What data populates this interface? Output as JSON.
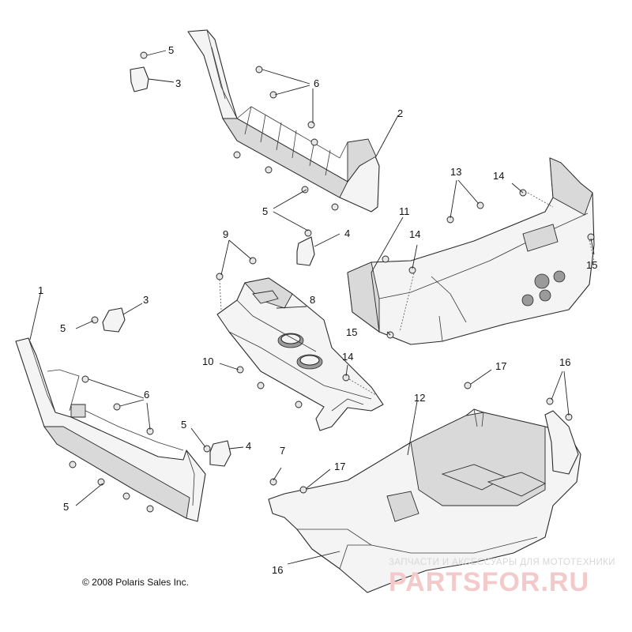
{
  "diagram": {
    "copyright": "© 2008 Polaris Sales Inc.",
    "watermark": {
      "tagline": "ЗАПЧАСТИ И АКСЕССУАРЫ ДЛЯ МОТОТЕХНИКИ",
      "logo": "PARTSFOR.RU"
    },
    "callouts": {
      "c1": "1",
      "c2": "2",
      "c3a": "3",
      "c3b": "3",
      "c4a": "4",
      "c4b": "4",
      "c5a": "5",
      "c5b": "5",
      "c5c": "5",
      "c5d": "5",
      "c5e": "5",
      "c6a": "6",
      "c6b": "6",
      "c7": "7",
      "c8": "8",
      "c9": "9",
      "c10": "10",
      "c11": "11",
      "c12": "12",
      "c13": "13",
      "c14a": "14",
      "c14b": "14",
      "c14c": "14",
      "c15a": "15",
      "c15b": "15",
      "c16a": "16",
      "c16b": "16",
      "c17a": "17",
      "c17b": "17"
    }
  }
}
